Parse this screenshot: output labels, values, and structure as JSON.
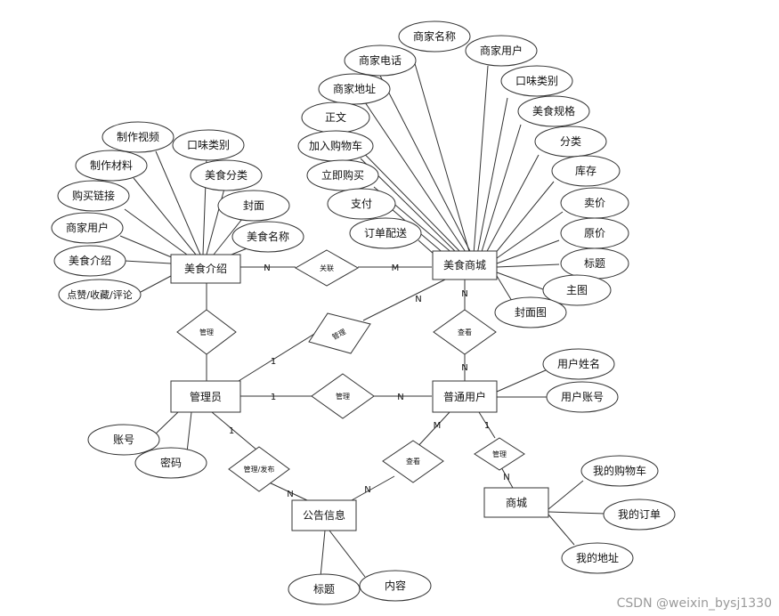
{
  "entities": {
    "meishijieshao": "美食介绍",
    "meishishangcheng": "美食商城",
    "guanliyuan": "管理员",
    "putongyonghu": "普通用户",
    "gonggaoxinxi": "公告信息",
    "shangcheng": "商城"
  },
  "relationships": {
    "guanlian": "关联",
    "guanli_intro": "管理",
    "guanli_mall": "管理",
    "guanli_user": "管理",
    "guanli_fabu": "管理/发布",
    "chakan_notice": "查看",
    "chakan_mall": "查看",
    "guanli_shop": "管理"
  },
  "attributes": {
    "intro": [
      "制作视频",
      "口味类别",
      "制作材料",
      "美食分类",
      "购买链接",
      "封面",
      "商家用户",
      "美食名称",
      "美食介绍",
      "点赞/收藏/评论"
    ],
    "mall": [
      "商家名称",
      "商家电话",
      "商家用户",
      "商家地址",
      "口味类别",
      "正文",
      "美食规格",
      "加入购物车",
      "分类",
      "立即购买",
      "库存",
      "支付",
      "卖价",
      "订单配送",
      "原价",
      "标题",
      "主图",
      "封面图"
    ],
    "admin": [
      "账号",
      "密码"
    ],
    "user": [
      "用户姓名",
      "用户账号"
    ],
    "notice": [
      "标题",
      "内容"
    ],
    "shop": [
      "我的购物车",
      "我的订单",
      "我的地址"
    ]
  },
  "cardinalities": {
    "intro_n": "N",
    "mall_m": "M",
    "admin_1_a": "1",
    "mall_n_a": "N",
    "mall_n_b": "N",
    "user_n_b": "N",
    "admin_1_c": "1",
    "user_n_c": "N",
    "admin_1_d": "1",
    "notice_n_d": "N",
    "user_m_e": "M",
    "notice_n_e": "N",
    "user_1_f": "1",
    "shop_n_f": "N"
  },
  "watermark": "CSDN @weixin_bysj1330"
}
